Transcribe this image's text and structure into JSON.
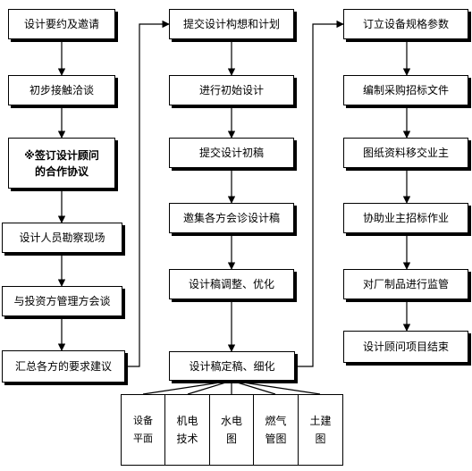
{
  "columns": [
    {
      "steps": [
        "设计要约及邀请",
        "初步接触洽谈",
        "※签订设计顾问的合作协议",
        "设计人员勘察现场",
        "与投资方管理方会谈",
        "汇总各方的要求建议"
      ]
    },
    {
      "steps": [
        "提交设计构想和计划",
        "进行初始设计",
        "提交设计初稿",
        "邀集各方会诊设计稿",
        "设计稿调整、优化",
        "设计稿定稿、细化"
      ]
    },
    {
      "steps": [
        "订立设备规格参数",
        "编制采购招标文件",
        "图纸资料移交业主",
        "协助业主招标作业",
        "对厂制品进行监管",
        "设计顾问项目结束"
      ]
    }
  ],
  "bold_step": {
    "line1": "※签订设计顾问",
    "line2": "的合作协议"
  },
  "drawings": [
    {
      "line1": "设备",
      "line2": "平面"
    },
    {
      "line1": "机电",
      "line2": "技术"
    },
    {
      "line1": "水电",
      "line2": "图"
    },
    {
      "line1": "燃气",
      "line2": "管图"
    },
    {
      "line1": "土建",
      "line2": "图"
    }
  ]
}
